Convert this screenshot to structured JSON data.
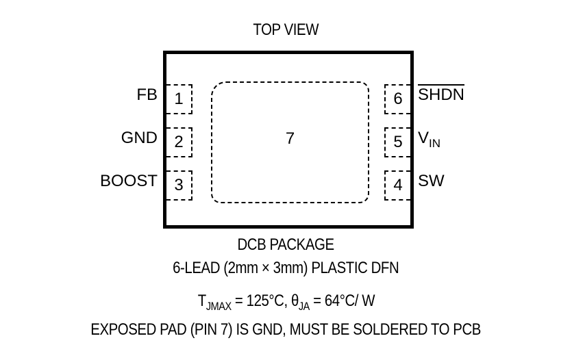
{
  "title": "TOP VIEW",
  "pins_left": [
    {
      "number": "1",
      "name": "FB"
    },
    {
      "number": "2",
      "name": "GND"
    },
    {
      "number": "3",
      "name": "BOOST"
    }
  ],
  "pins_right": [
    {
      "number": "6",
      "name": "SHDN",
      "overline": true
    },
    {
      "number": "5",
      "name": "V",
      "subscript": "IN"
    },
    {
      "number": "4",
      "name": "SW"
    }
  ],
  "exposed_pad": {
    "number": "7"
  },
  "package_name": "DCB PACKAGE",
  "package_desc": "6-LEAD (2mm × 3mm) PLASTIC DFN",
  "thermal": {
    "tj_symbol": "T",
    "tj_sub": "JMAX",
    "tj_value": " = 125°C, ",
    "theta_symbol": "θ",
    "theta_sub": "JA",
    "theta_value": " = 64°C/ W"
  },
  "note": "EXPOSED PAD (PIN 7) IS GND, MUST BE SOLDERED TO PCB"
}
